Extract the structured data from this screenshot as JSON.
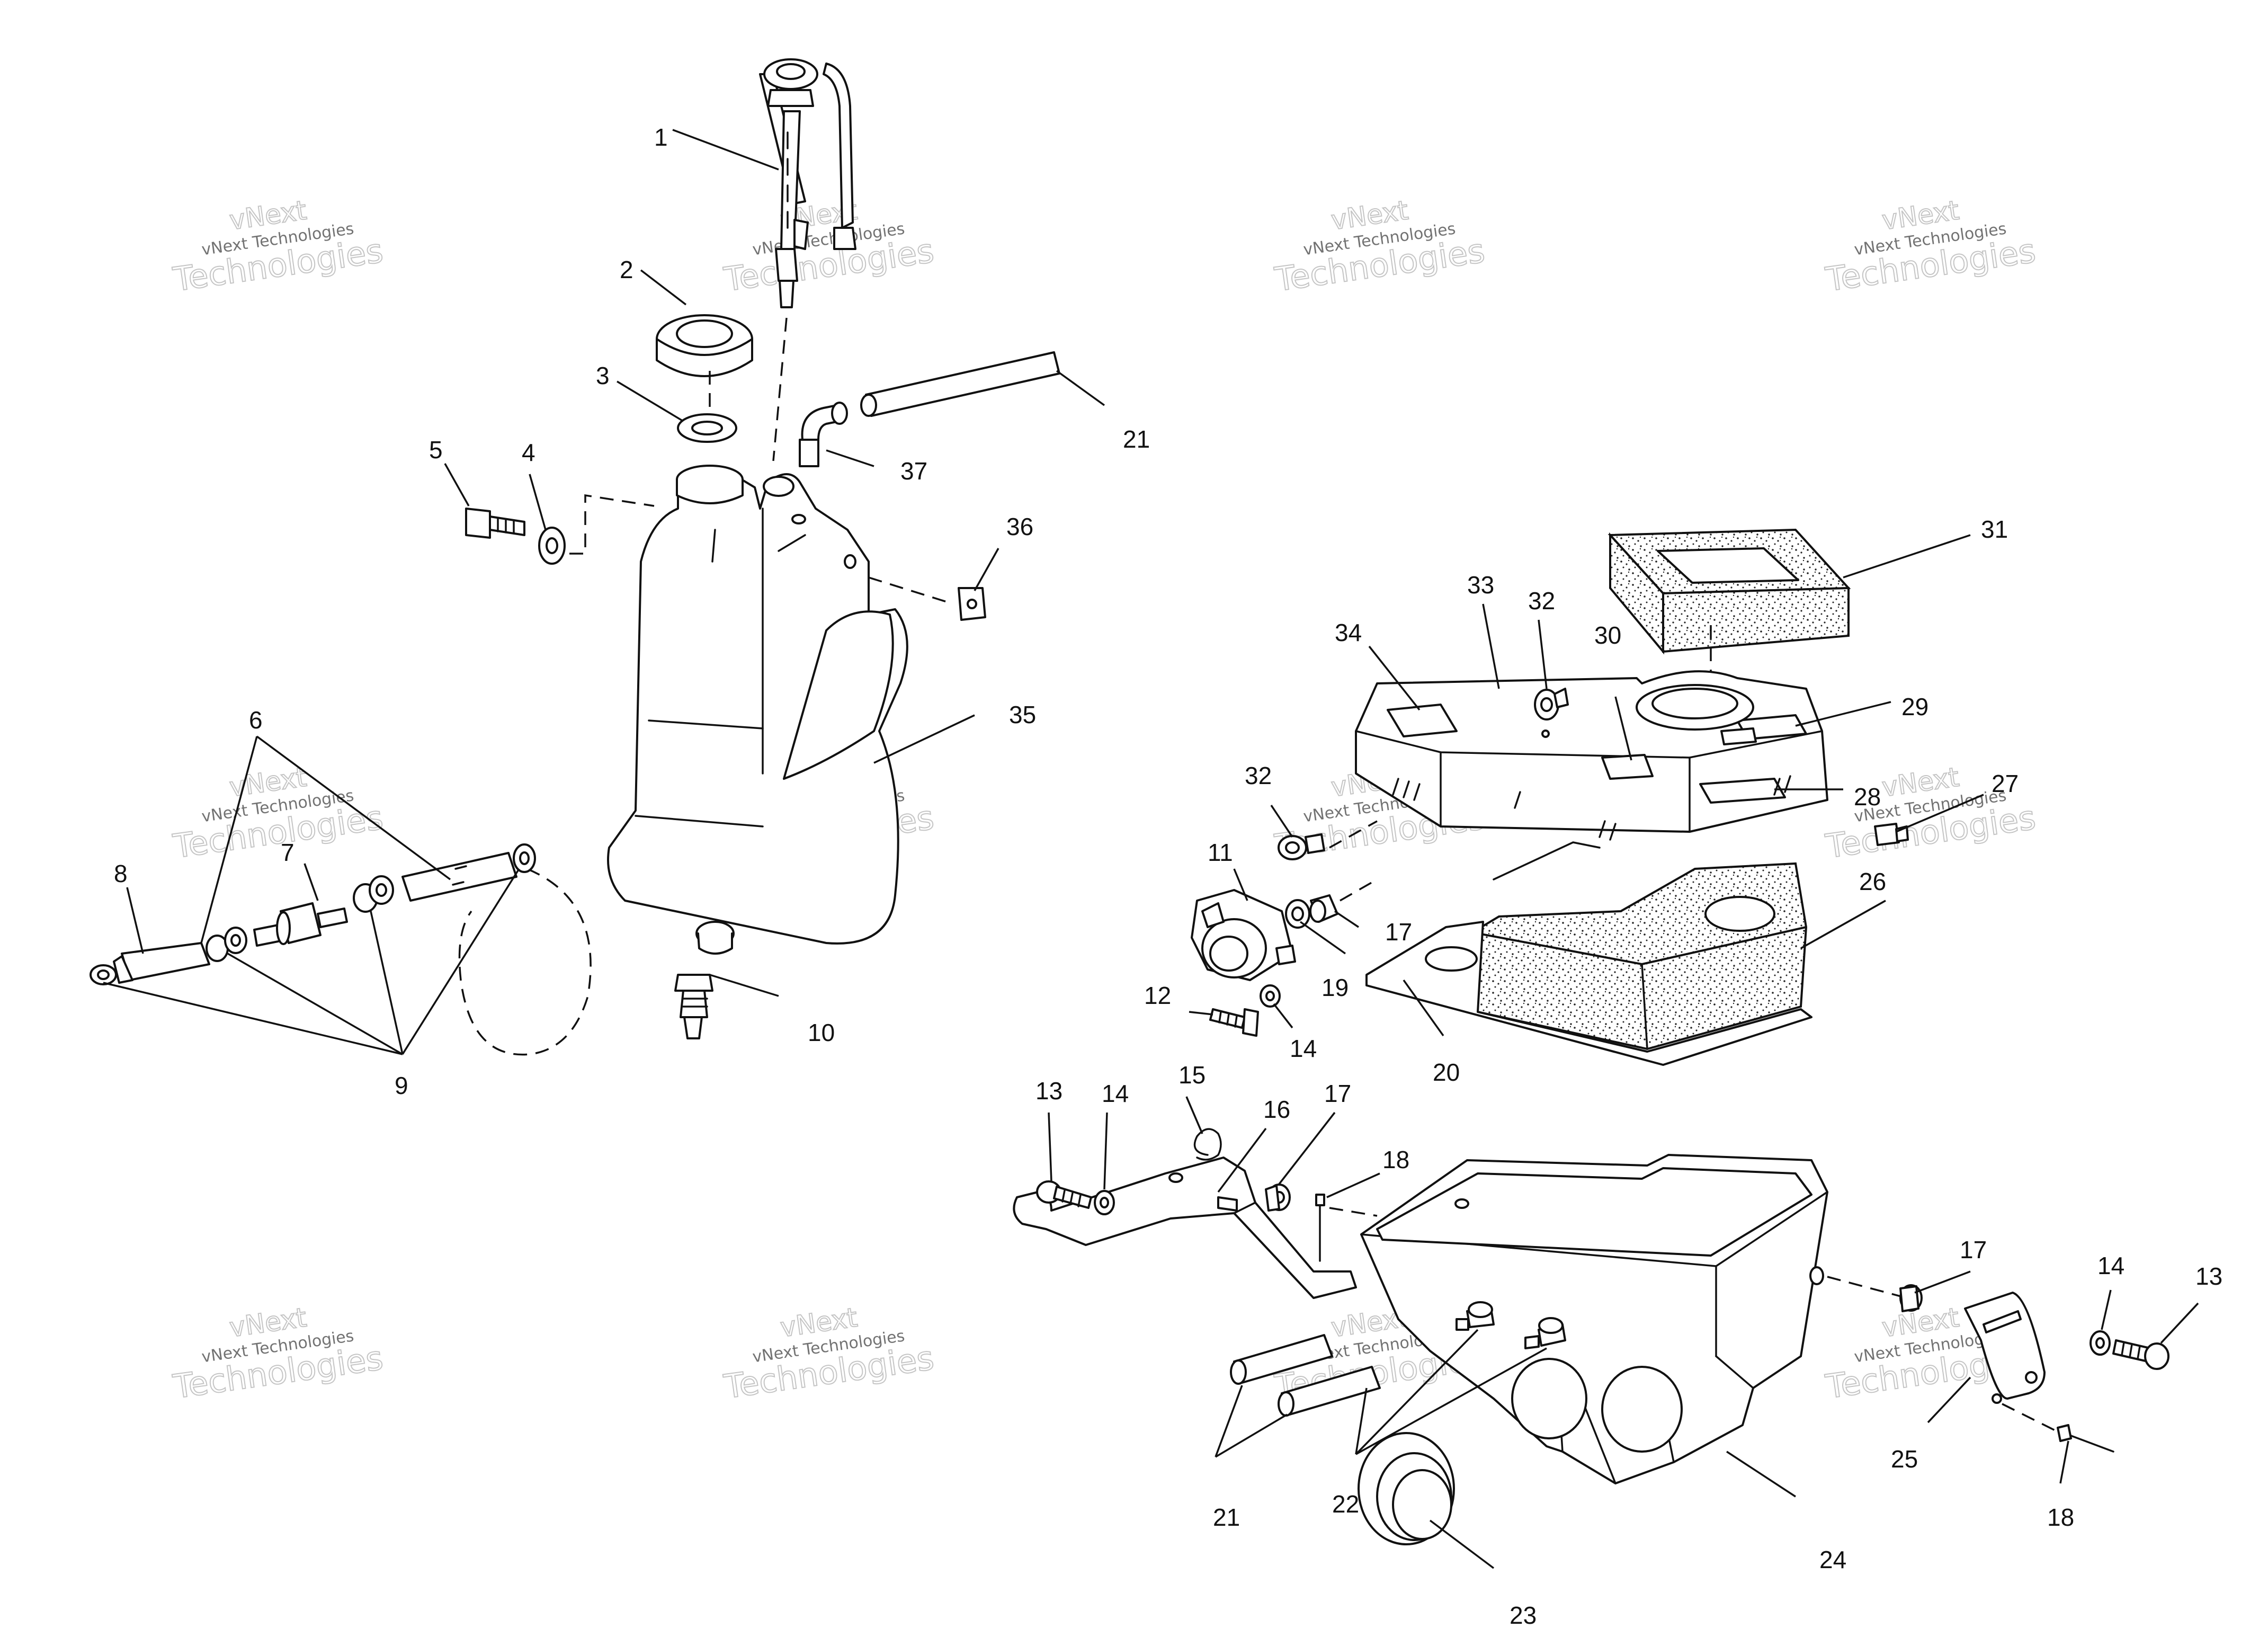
{
  "watermark": {
    "line1": "vNext",
    "line2": "vNext Technologies",
    "line3": "Technologies"
  },
  "callouts": [
    "1",
    "2",
    "3",
    "4",
    "5",
    "6",
    "7",
    "8",
    "9",
    "10",
    "11",
    "12",
    "13",
    "14",
    "15",
    "16",
    "17",
    "18",
    "19",
    "20",
    "21",
    "22",
    "23",
    "24",
    "25",
    "26",
    "27",
    "28",
    "29",
    "30",
    "31",
    "32",
    "33",
    "34",
    "35",
    "36",
    "37"
  ]
}
